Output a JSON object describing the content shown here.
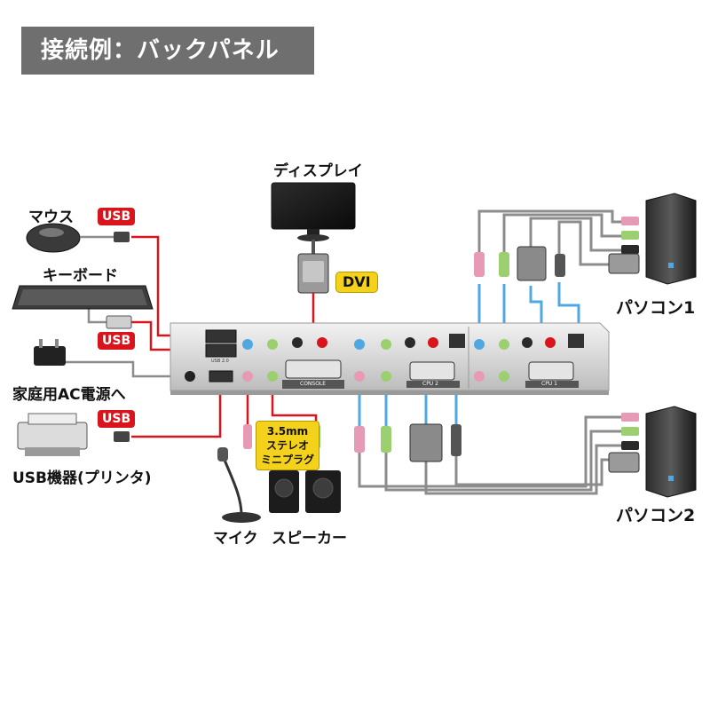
{
  "title": "接続例：バックパネル",
  "labels": {
    "display": "ディスプレイ",
    "mouse": "マウス",
    "keyboard": "キーボード",
    "ac_power": "家庭用AC電源へ",
    "usb_device": "USB機器(プリンタ)",
    "mic": "マイク",
    "speaker": "スピーカー",
    "pc1": "パソコン1",
    "pc2": "パソコン2"
  },
  "badges": {
    "usb_mouse": "USB",
    "usb_keyboard": "USB",
    "usb_printer": "USB",
    "dvi": "DVI"
  },
  "plug_note": [
    "3.5mm",
    "ステレオ",
    "ミニプラグ"
  ],
  "panel_labels": {
    "console": "CONSOLE",
    "cpu1": "CPU 1",
    "cpu2": "CPU 2",
    "usb20": "USB 2.0"
  },
  "colors": {
    "usb_cable": "#d8141c",
    "pc_cable": "#8c8c8c",
    "pc2_cable": "#4fa8e0",
    "mic_pink": "#e79ab6",
    "audio_green": "#9ccf6f",
    "badge_red": "#d8141c",
    "badge_yellow": "#f4d21c"
  }
}
